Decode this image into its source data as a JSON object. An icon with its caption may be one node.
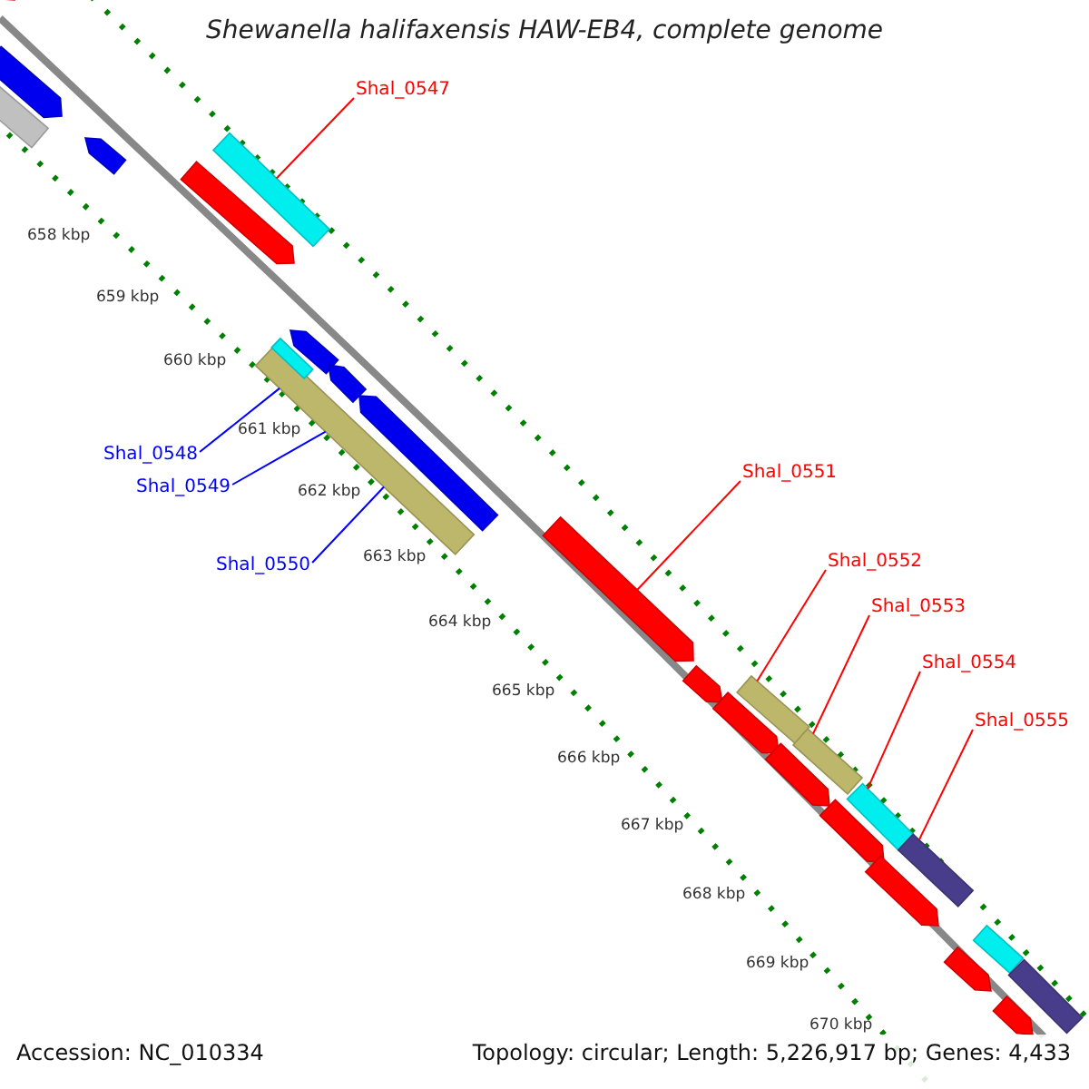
{
  "diagram": {
    "title": "Shewanella halifaxensis HAW-EB4, complete genome",
    "nodes": [
      {
        "text": [
          "Shal_0547"
        ]
      },
      {
        "text": [
          "Shal_0548"
        ]
      },
      {
        "text": [
          "Shal_0549"
        ]
      },
      {
        "text": [
          "Shal_0550"
        ]
      },
      {
        "text": [
          "Shal_0551"
        ]
      },
      {
        "text": [
          "Shal_0552"
        ]
      },
      {
        "text": [
          "Shal_0553"
        ]
      },
      {
        "text": [
          "Shal_0554"
        ]
      },
      {
        "text": [
          "Shal_0555"
        ]
      },
      {
        "text": [],
        "shape": "arrow"
      },
      {
        "text": [],
        "shape": "arrow"
      },
      {
        "text": [],
        "shape": "bar"
      },
      {
        "text": [],
        "shape": "arrow"
      },
      {
        "text": [],
        "shape": "bar"
      },
      {
        "text": [],
        "shape": "arrow"
      },
      {
        "text": [],
        "shape": "bar"
      },
      {
        "text": [],
        "shape": "bar"
      },
      {
        "text": [],
        "shape": "arrow"
      },
      {
        "text": [],
        "shape": "arrow"
      },
      {
        "text": [],
        "shape": "arrow"
      },
      {
        "text": [],
        "shape": "arrow"
      },
      {
        "text": [],
        "shape": "arrow"
      },
      {
        "text": [],
        "shape": "arrow"
      },
      {
        "text": [],
        "shape": "bar"
      },
      {
        "text": [],
        "shape": "bar"
      },
      {
        "text": [],
        "shape": "arrow"
      },
      {
        "text": [],
        "shape": "arrow"
      },
      {
        "text": [],
        "shape": "arrow"
      },
      {
        "text": [],
        "shape": "bar"
      },
      {
        "text": [],
        "shape": "bar"
      },
      {
        "text": [],
        "shape": "arrow"
      },
      {
        "text": [],
        "shape": "bar"
      },
      {
        "text": [],
        "shape": "bar"
      },
      {
        "text": [],
        "shape": "arrow"
      }
    ],
    "edges": [
      {
        "from": 0,
        "to": 13,
        "arrow": "none"
      },
      {
        "from": 1,
        "to": 15,
        "arrow": "none",
        "color": "#0000ff"
      },
      {
        "from": 2,
        "to": 15,
        "arrow": "none",
        "color": "#0000ff"
      },
      {
        "from": 3,
        "to": 15,
        "arrow": "none",
        "color": "#0000ff"
      },
      {
        "from": 4,
        "to": 20,
        "arrow": "none"
      },
      {
        "from": 5,
        "to": 23,
        "arrow": "none"
      },
      {
        "from": 6,
        "to": 24,
        "arrow": "none"
      },
      {
        "from": 7,
        "to": 28,
        "arrow": "none"
      },
      {
        "from": 8,
        "to": 29,
        "arrow": "none"
      }
    ],
    "labels": [
      "658 kbp",
      "659 kbp",
      "660 kbp",
      "661 kbp",
      "662 kbp",
      "663 kbp",
      "664 kbp",
      "665 kbp",
      "666 kbp",
      "667 kbp",
      "668 kbp",
      "669 kbp",
      "670 kbp",
      "Accession: NC_010334",
      "Topology: circular; Length: 5,226,917 bp; Genes: 4,433"
    ]
  }
}
